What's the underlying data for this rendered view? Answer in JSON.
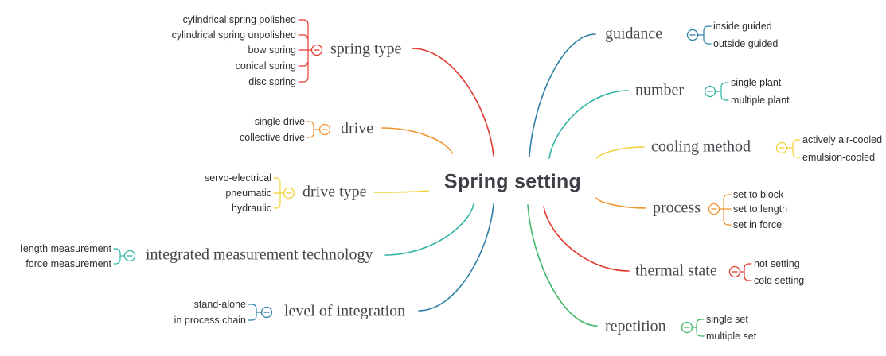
{
  "title": "Spring setting",
  "left_branches": [
    {
      "label": "spring type",
      "color": "#e2382c",
      "icon": "minus-circle",
      "children": [
        "cylindrical spring polished",
        "cylindrical spring unpolished",
        "bow spring",
        "conical spring",
        "disc spring"
      ]
    },
    {
      "label": "drive",
      "color": "#f0932f",
      "icon": "minus-circle",
      "children": [
        "single drive",
        "collective drive"
      ]
    },
    {
      "label": "drive type",
      "color": "#f2d034",
      "icon": "minus-circle",
      "children": [
        "servo-electrical",
        "pneumatic",
        "hydraulic"
      ]
    },
    {
      "label": "integrated measurement technology",
      "color": "#2fb4a4",
      "icon": "minus-circle",
      "children": [
        "length measurement",
        "force measurement"
      ]
    },
    {
      "label": "level of integration",
      "color": "#2f7fa8",
      "icon": "minus-circle",
      "children": [
        "stand-alone",
        "in process chain"
      ]
    }
  ],
  "right_branches": [
    {
      "label": "guidance",
      "color": "#2f7fa8",
      "icon": "minus-circle",
      "children": [
        "inside guided",
        "outside guided"
      ]
    },
    {
      "label": "number",
      "color": "#2fb4a4",
      "icon": "minus-circle",
      "children": [
        "single plant",
        "multiple plant"
      ]
    },
    {
      "label": "cooling method",
      "color": "#f2d034",
      "icon": "minus-circle",
      "children": [
        "actively air-cooled",
        "emulsion-cooled"
      ]
    },
    {
      "label": "process",
      "color": "#f0932f",
      "icon": "minus-circle",
      "children": [
        "set to block",
        "set to length",
        "set in force"
      ]
    },
    {
      "label": "thermal state",
      "color": "#e2382c",
      "icon": "minus-circle",
      "children": [
        "hot setting",
        "cold setting"
      ]
    },
    {
      "label": "repetition",
      "color": "#3eb766",
      "icon": "minus-circle",
      "children": [
        "single set",
        "multiple set"
      ]
    }
  ]
}
